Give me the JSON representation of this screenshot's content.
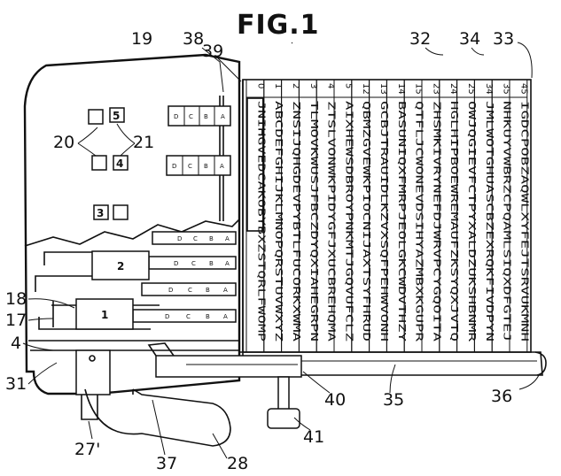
{
  "figure": {
    "title": "FIG.1",
    "references": {
      "r19": "19",
      "r38": "38",
      "r39": "39",
      "r32": "32",
      "r34": "34",
      "r33": "33",
      "r20": "20",
      "r21": "21",
      "r18": "18",
      "r17": "17",
      "r4": "4",
      "r31": "31",
      "r40": "40",
      "r35": "35",
      "r36": "36",
      "r41": "41",
      "r27": "27'",
      "r37": "37",
      "r28": "28"
    },
    "keys": {
      "k1": "1",
      "k2": "2",
      "k3": "3",
      "k4": "4",
      "k5": "5"
    },
    "slider_letters": [
      "D",
      "C",
      "B",
      "A"
    ],
    "column_numbers": [
      "0",
      "1",
      "2",
      "3",
      "4",
      "5",
      "12",
      "13",
      "14",
      "15",
      "23",
      "24",
      "25",
      "34",
      "35",
      "45"
    ],
    "strips": [
      "JNIHGVEDCAKOBYBXZSTQRLFWOMP",
      "ABCDEFGHIJKLMNOPQRSTUVWXYZ",
      "ZNSIJQHGDEVPYBTLFUCORKXWMA",
      "TLMOVKWUSJFBCZDYQXIAHEGRPN",
      "ZTSLVONWKPIDYGFJXUCBREHQMA",
      "AIXHEWSDBROYPNKMTJGQVUFCLZ",
      "QBMZGVEWKPIOCNIJAXTSYFHRUD",
      "GCBJTRAUIDLKZVXSQFPEHWVONH",
      "BASUNIQXFMRPJEOLGKCWDVTHZY",
      "QTFLJCWONEVDSIHYAZMBXKGUPR",
      "ZHSMKIVRYNEFDJWRVPCYGQOITA",
      "HGLHIPBOEWREMAUFZKSYQXJVTQ",
      "OWJQGIEVFCTPYXALDZUKSHBNMR",
      "JMLWOTGHUASCBZEXRQKFIVDPYN",
      "NHKUYVWBRZCPQAMLSIQXDFGTEJ",
      "IGDCPOBZAQWLXYFEJTSRVUKMNH"
    ]
  }
}
